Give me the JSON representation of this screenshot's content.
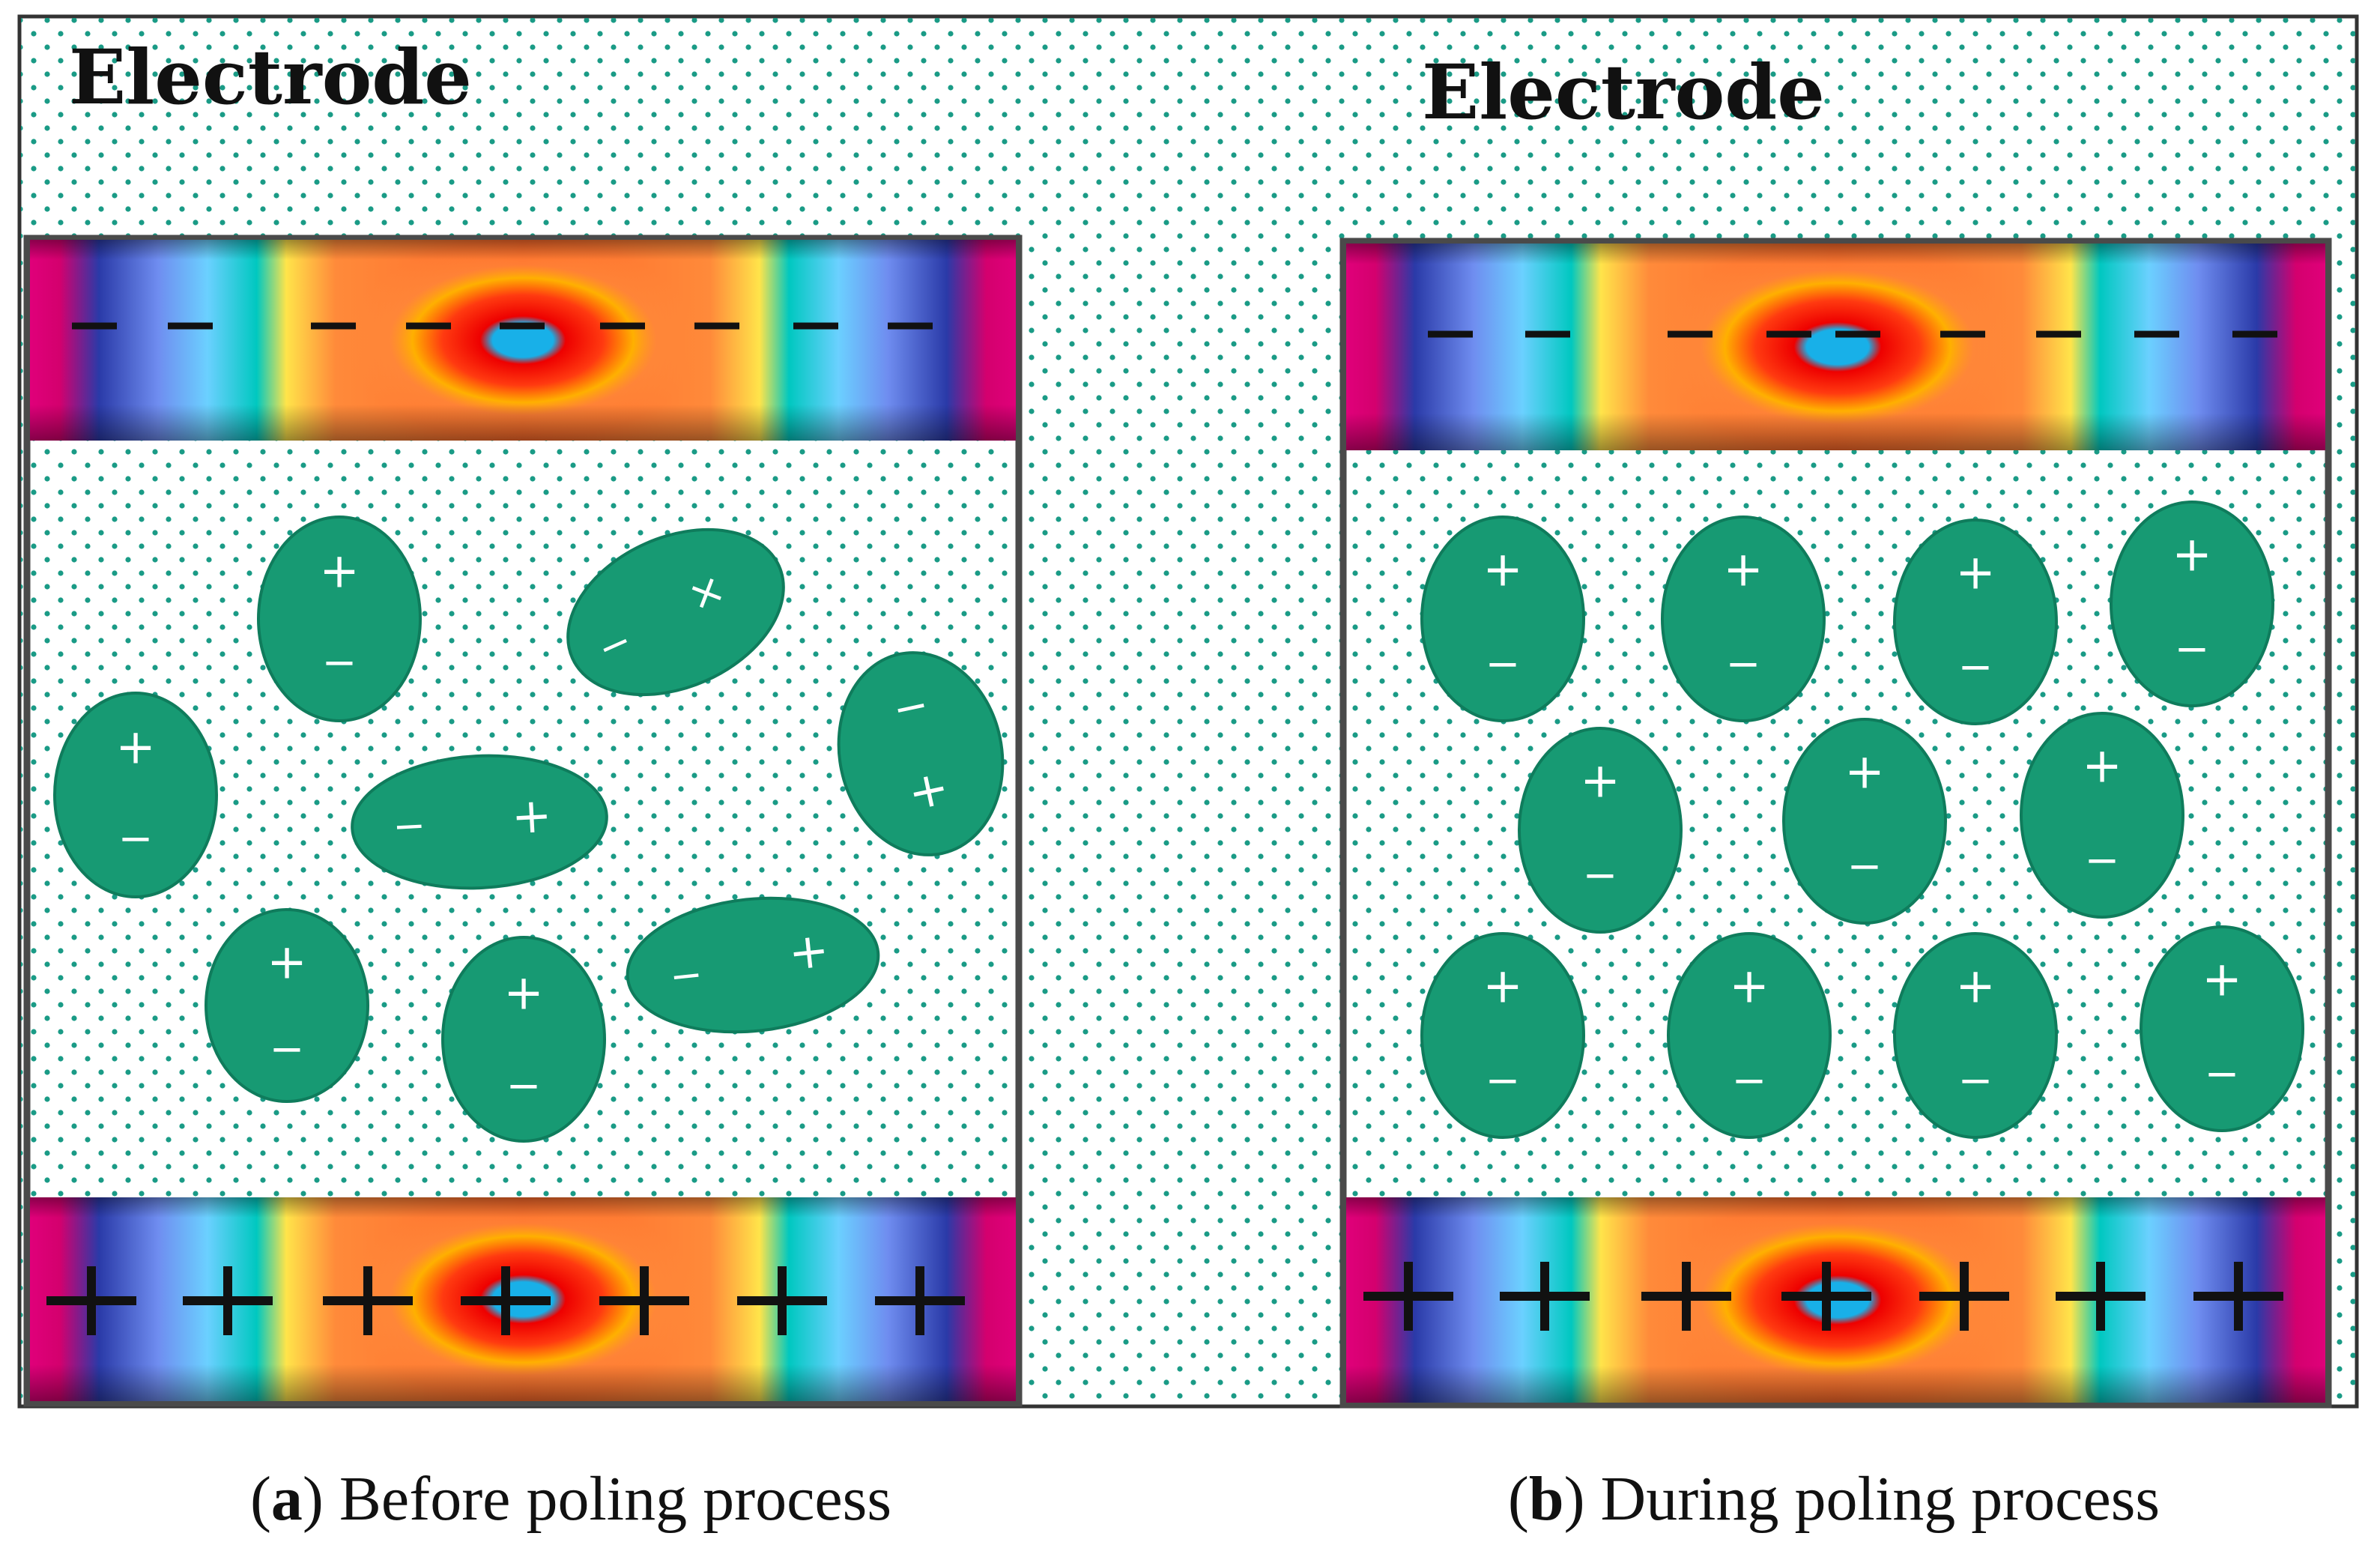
{
  "panels": [
    {
      "id": "a",
      "electrode_label": "Electrode",
      "caption_letter": "a",
      "caption_text": " Before poling process",
      "top_electrode_sign": "−",
      "bottom_electrode_sign": "+",
      "state": "random dipole orientation"
    },
    {
      "id": "b",
      "electrode_label": "Electrode",
      "caption_letter": "b",
      "caption_text": " During poling process",
      "top_electrode_sign": "−",
      "bottom_electrode_sign": "+",
      "state": "aligned dipoles"
    }
  ],
  "colors": {
    "dipole_fill": "#179a73",
    "dot_pattern": "#1a9b86",
    "frame": "#4a4a4a",
    "electrode_gradient": [
      "#e0007a",
      "#2a3aa8",
      "#6bd0ff",
      "#00c8c0",
      "#ffe44a",
      "#ff8a3a",
      "#ee0000",
      "#18b0e8"
    ]
  }
}
